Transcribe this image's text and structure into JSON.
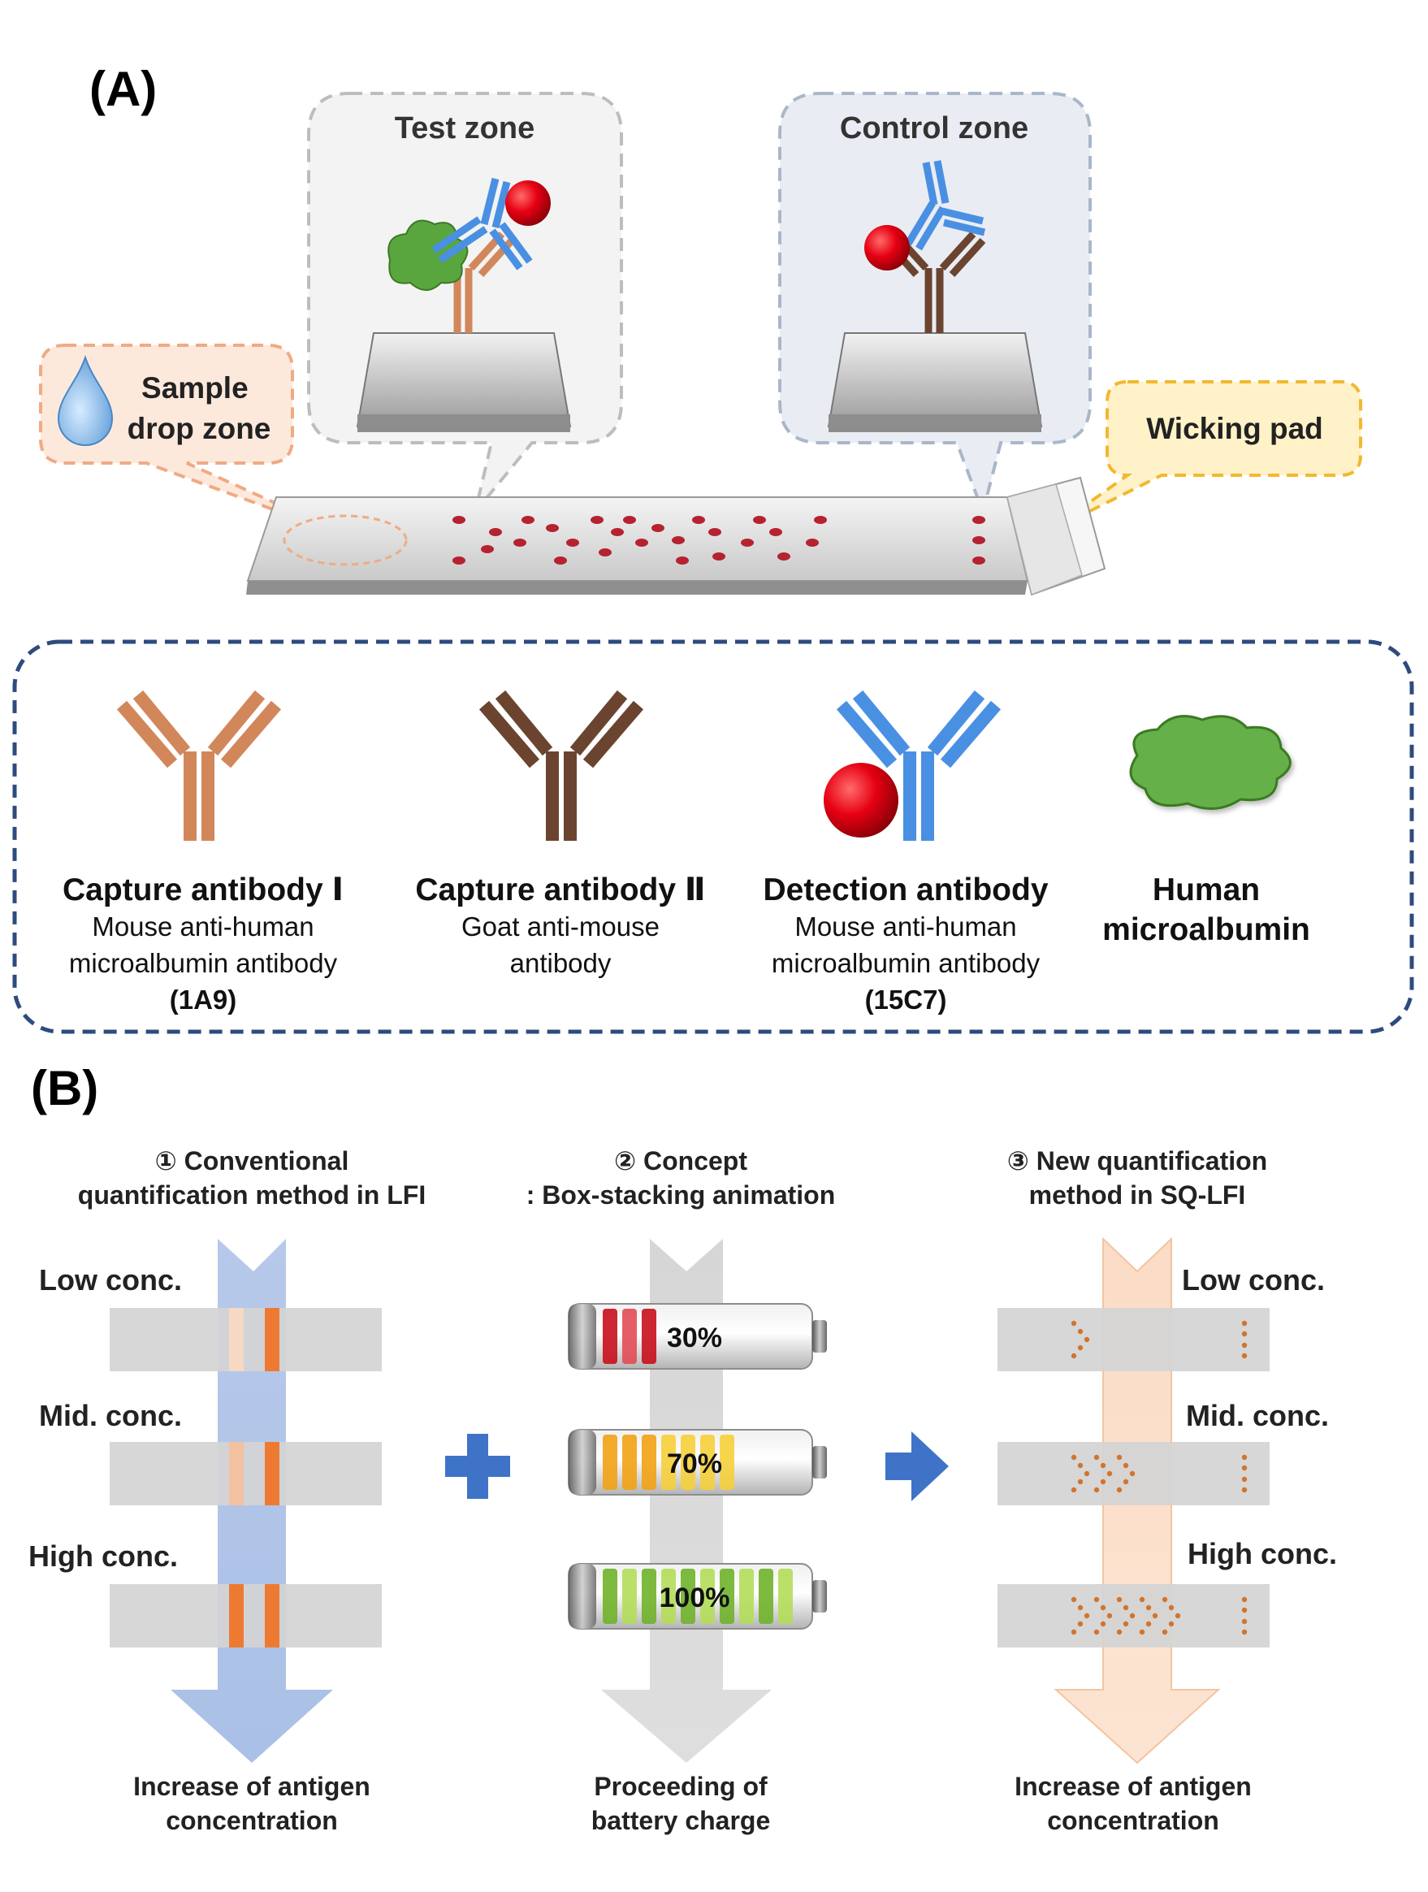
{
  "panel_a": {
    "label": "(A)",
    "test_zone": "Test zone",
    "control_zone": "Control zone",
    "sample_zone": [
      "Sample",
      "drop zone"
    ],
    "wicking_pad": "Wicking pad",
    "legend": [
      {
        "title": "Capture antibody Ⅰ",
        "lines": [
          "Mouse anti-human",
          "microalbumin antibody"
        ],
        "code": "(1A9)",
        "color": "#d2875a"
      },
      {
        "title": "Capture antibody Ⅱ",
        "lines": [
          "Goat anti-mouse",
          "antibody"
        ],
        "code": "",
        "color": "#6b4430"
      },
      {
        "title": "Detection antibody",
        "lines": [
          "Mouse anti-human",
          "microalbumin antibody"
        ],
        "code": "(15C7)",
        "color": "#4a90e2"
      },
      {
        "title_lines": [
          "Human",
          "microalbumin"
        ],
        "color": "#66b04a"
      }
    ]
  },
  "panel_b": {
    "label": "(B)",
    "col1": {
      "heading": [
        "① Conventional",
        "quantification method in LFI"
      ],
      "rows": [
        "Low conc.",
        "Mid. conc.",
        "High conc."
      ],
      "footer": [
        "Increase of antigen",
        "concentration"
      ]
    },
    "col2": {
      "heading": [
        "② Concept",
        ": Box-stacking animation"
      ],
      "batteries": [
        {
          "label": "30%",
          "level": 0.3
        },
        {
          "label": "70%",
          "level": 0.7
        },
        {
          "label": "100%",
          "level": 1.0
        }
      ],
      "footer": [
        "Proceeding of",
        "battery charge"
      ]
    },
    "col3": {
      "heading": [
        "③ New quantification",
        "method in SQ-LFI"
      ],
      "rows": [
        "Low conc.",
        "Mid. conc.",
        "High conc."
      ],
      "footer": [
        "Increase of antigen",
        "concentration"
      ]
    }
  },
  "colors": {
    "accent_blue": "#3e73c8",
    "test_line": "#ee7a32",
    "dot_red": "#b52230"
  }
}
